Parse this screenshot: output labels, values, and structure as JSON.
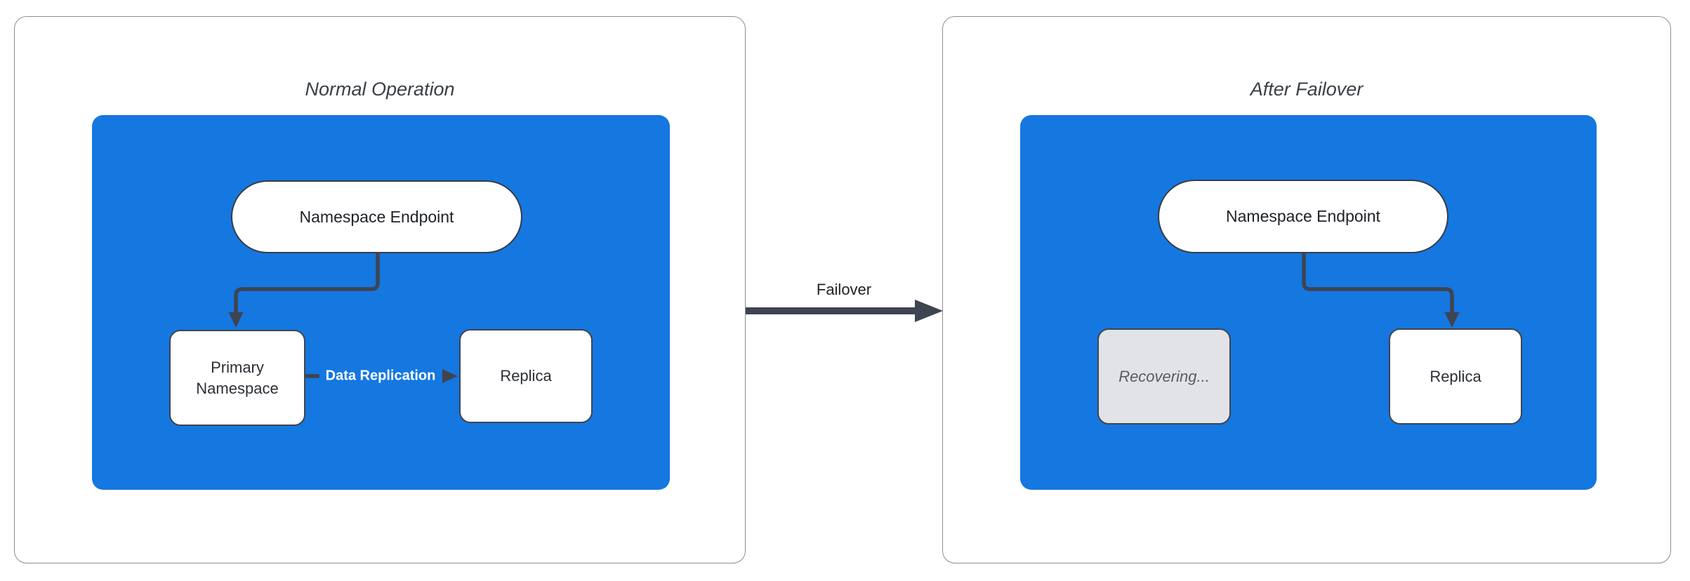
{
  "diagram": {
    "transition": {
      "label": "Failover"
    },
    "panels": [
      {
        "title": "Normal Operation",
        "endpoint": "Namespace Endpoint",
        "edge_label": "Data Replication",
        "nodes": [
          {
            "label": "Primary Namespace"
          },
          {
            "label": "Replica"
          }
        ]
      },
      {
        "title": "After Failover",
        "endpoint": "Namespace Endpoint",
        "nodes": [
          {
            "label": "Recovering..."
          },
          {
            "label": "Replica"
          }
        ]
      }
    ],
    "colors": {
      "cluster_fill": "#1577e0",
      "node_fill": "#ffffff",
      "recovering_fill": "#e1e3e6",
      "connector": "#3e4450",
      "edge_label_text": "#ffffff",
      "title_text": "#3a3f47",
      "node_text": "#2b2f36",
      "recovering_text": "#565c66",
      "panel_border": "#8b8e94"
    }
  }
}
